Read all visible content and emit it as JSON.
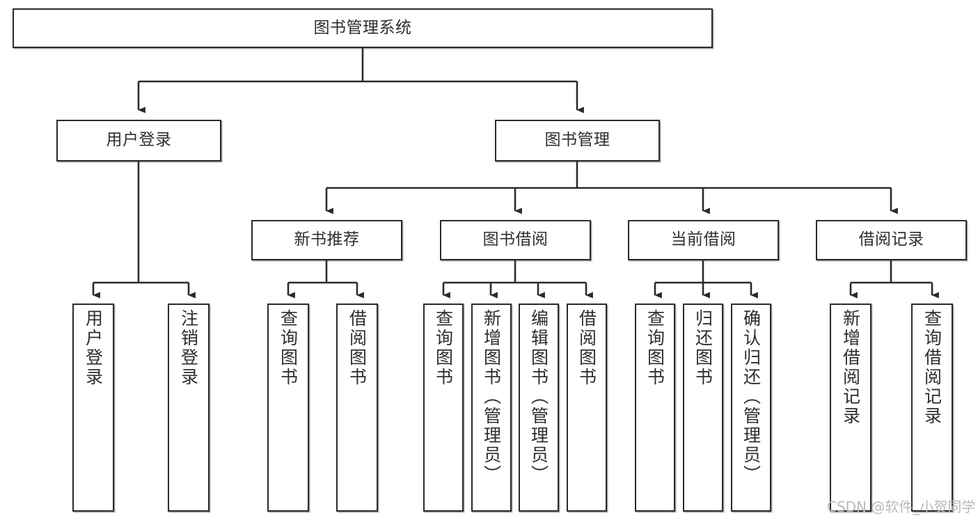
{
  "diagram": {
    "type": "tree-hierarchy",
    "title": "图书管理系统",
    "orientation": "top-down",
    "colors": {
      "box_border": "#2b2b2b",
      "box_fill": "#ffffff",
      "line": "#2b2b2b",
      "text": "#2e2e2e",
      "watermark": "#b9b9b9",
      "background": "#ffffff"
    },
    "levels": [
      {
        "level": 1,
        "nodes": [
          {
            "id": "root",
            "label": "图书管理系统",
            "orientation": "horizontal"
          }
        ]
      },
      {
        "level": 2,
        "nodes": [
          {
            "id": "user-login",
            "label": "用户登录",
            "orientation": "horizontal",
            "parent": "root"
          },
          {
            "id": "book-manage",
            "label": "图书管理",
            "orientation": "horizontal",
            "parent": "root"
          }
        ]
      },
      {
        "level": 3,
        "nodes": [
          {
            "id": "new-book-rec",
            "label": "新书推荐",
            "orientation": "horizontal",
            "parent": "book-manage"
          },
          {
            "id": "book-borrow",
            "label": "图书借阅",
            "orientation": "horizontal",
            "parent": "book-manage"
          },
          {
            "id": "current-borrow",
            "label": "当前借阅",
            "orientation": "horizontal",
            "parent": "book-manage"
          },
          {
            "id": "borrow-record",
            "label": "借阅记录",
            "orientation": "horizontal",
            "parent": "book-manage"
          }
        ]
      },
      {
        "level": 4,
        "nodes": [
          {
            "id": "leaf-user-login",
            "label": "用户登录",
            "orientation": "vertical",
            "parent": "user-login"
          },
          {
            "id": "leaf-logout",
            "label": "注销登录",
            "orientation": "vertical",
            "parent": "user-login"
          },
          {
            "id": "leaf-query-book-1",
            "label": "查询图书",
            "orientation": "vertical",
            "parent": "new-book-rec"
          },
          {
            "id": "leaf-borrow-book-1",
            "label": "借阅图书",
            "orientation": "vertical",
            "parent": "new-book-rec"
          },
          {
            "id": "leaf-query-book-2",
            "label": "查询图书",
            "orientation": "vertical",
            "parent": "book-borrow"
          },
          {
            "id": "leaf-add-book",
            "label": "新增图书（管理员）",
            "orientation": "vertical",
            "parent": "book-borrow"
          },
          {
            "id": "leaf-edit-book",
            "label": "编辑图书（管理员）",
            "orientation": "vertical",
            "parent": "book-borrow"
          },
          {
            "id": "leaf-borrow-book-2",
            "label": "借阅图书",
            "orientation": "vertical",
            "parent": "book-borrow"
          },
          {
            "id": "leaf-query-book-3",
            "label": "查询图书",
            "orientation": "vertical",
            "parent": "current-borrow"
          },
          {
            "id": "leaf-return-book",
            "label": "归还图书",
            "orientation": "vertical",
            "parent": "current-borrow"
          },
          {
            "id": "leaf-confirm-return",
            "label": "确认归还（管理员）",
            "orientation": "vertical",
            "parent": "current-borrow"
          },
          {
            "id": "leaf-add-record",
            "label": "新增借阅记录",
            "orientation": "vertical",
            "parent": "borrow-record"
          },
          {
            "id": "leaf-query-record",
            "label": "查询借阅记录",
            "orientation": "vertical",
            "parent": "borrow-record"
          }
        ]
      }
    ]
  },
  "watermark": {
    "text": "CSDN @软件_小贺同学"
  }
}
